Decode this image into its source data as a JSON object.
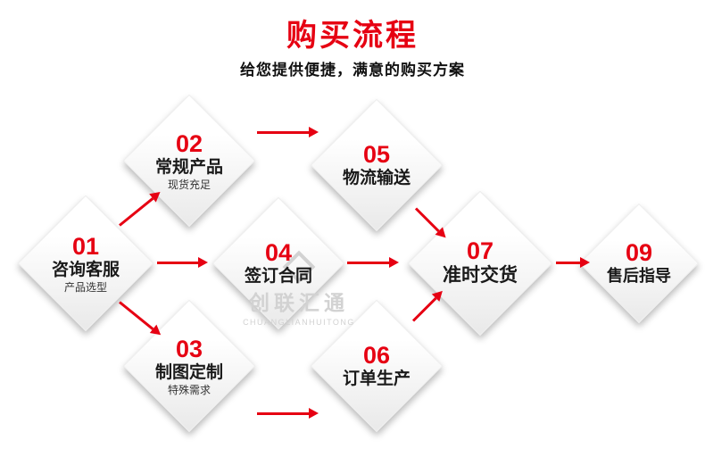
{
  "header": {
    "title": "购买流程",
    "subtitle": "给您提供便捷，满意的购买方案"
  },
  "watermark": {
    "name": "创联汇通",
    "sub": "CHUANGLIANHUITONG"
  },
  "nodes": [
    {
      "num": "01",
      "label": "咨询客服",
      "sub": "产品选型"
    },
    {
      "num": "02",
      "label": "常规产品",
      "sub": "现货充足"
    },
    {
      "num": "03",
      "label": "制图定制",
      "sub": "特殊需求"
    },
    {
      "num": "04",
      "label": "签订合同",
      "sub": ""
    },
    {
      "num": "05",
      "label": "物流输送",
      "sub": ""
    },
    {
      "num": "06",
      "label": "订单生产",
      "sub": ""
    },
    {
      "num": "07",
      "label": "准时交货",
      "sub": ""
    },
    {
      "num": "09",
      "label": "售后指导",
      "sub": ""
    }
  ],
  "colors": {
    "accent": "#e60012",
    "text": "#1a1a1a",
    "diamond_fill": "#ffffff",
    "watermark": "#d2d2d2"
  }
}
